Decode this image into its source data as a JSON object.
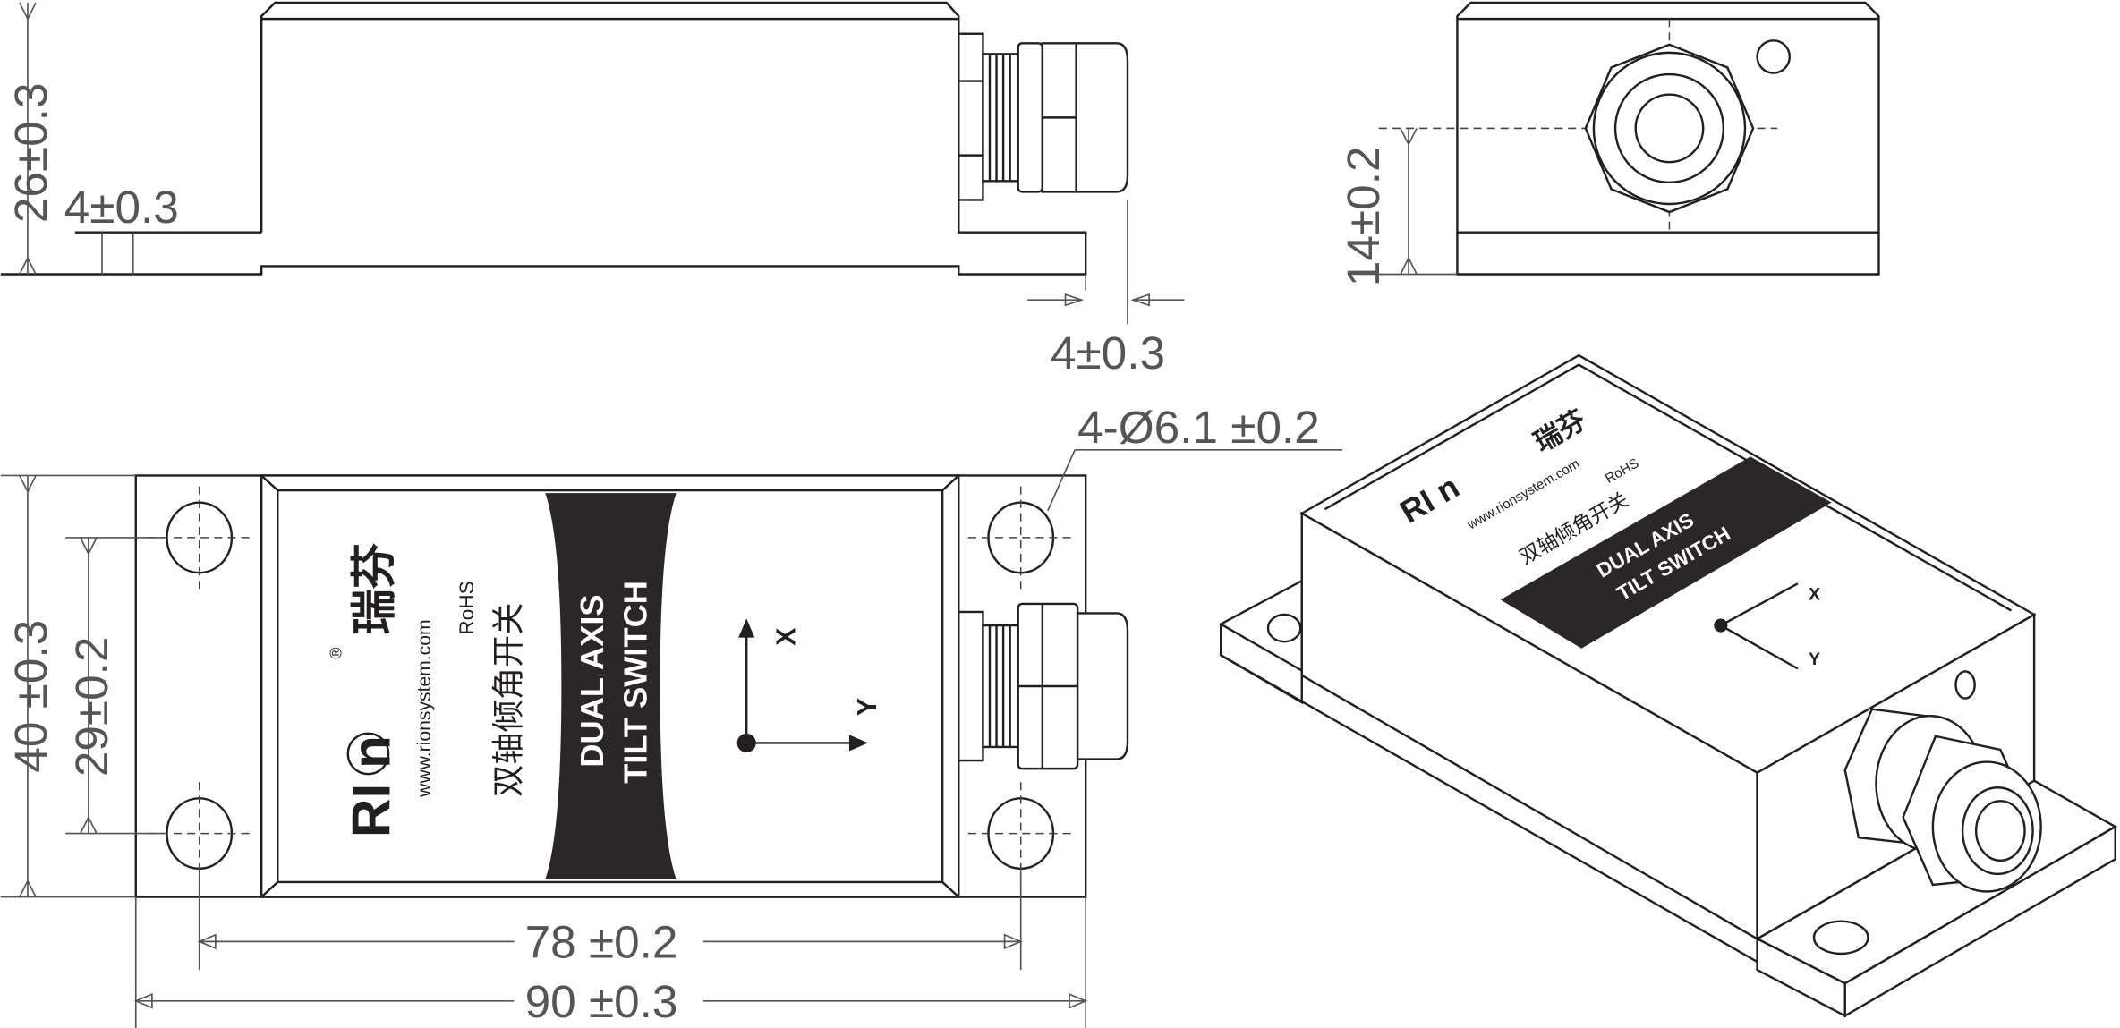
{
  "dimensions": {
    "side_height": "26±0.3",
    "side_flange_thickness": "4±0.3",
    "side_connector_offset": "4±0.3",
    "end_connector_height": "14±0.2",
    "width_outer": "40 ±0.3",
    "width_holes": "29±0.2",
    "length_holes": "78 ±0.2",
    "length_outer": "90 ±0.3",
    "mounting_holes": "4-Ø6.1 ±0.2"
  },
  "label": {
    "brand": "RI  n",
    "brand_cn": "瑞芬",
    "website": "www.rionsystem.com",
    "rohs": "RoHS",
    "product_cn": "双轴倾角开关",
    "product_line1": "DUAL AXIS",
    "product_line2": "TILT SWITCH",
    "axis_x": "X",
    "axis_y": "Y",
    "registered": "®"
  }
}
